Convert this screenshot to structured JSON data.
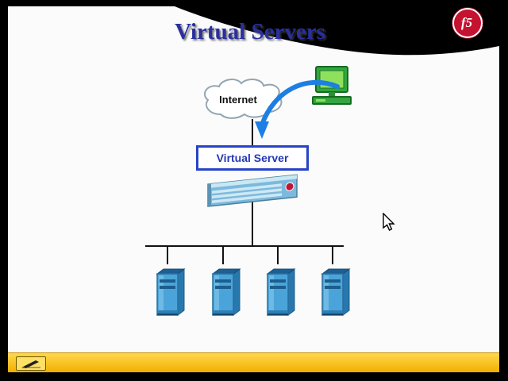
{
  "slide": {
    "title": "Virtual Servers",
    "brand": {
      "logo_text": "f5"
    },
    "diagram": {
      "internet_label": "Internet",
      "virtual_server_label": "Virtual Server",
      "server_count": 4
    },
    "icons": {
      "cloud": "internet-cloud-icon",
      "workstation": "workstation-icon",
      "arrow": "connection-arrow-icon",
      "appliance": "bigip-appliance-icon",
      "server": "server-tower-icon",
      "pen": "pen-tool-icon",
      "cursor": "mouse-cursor"
    },
    "colors": {
      "title_blue": "#2a2f9e",
      "box_border_blue": "#2743c7",
      "arrow_blue": "#1d7fe3",
      "server_blue": "#4ba4d9",
      "bottom_bar_yellow": "#ffcc00",
      "logo_red": "#c41230"
    }
  }
}
